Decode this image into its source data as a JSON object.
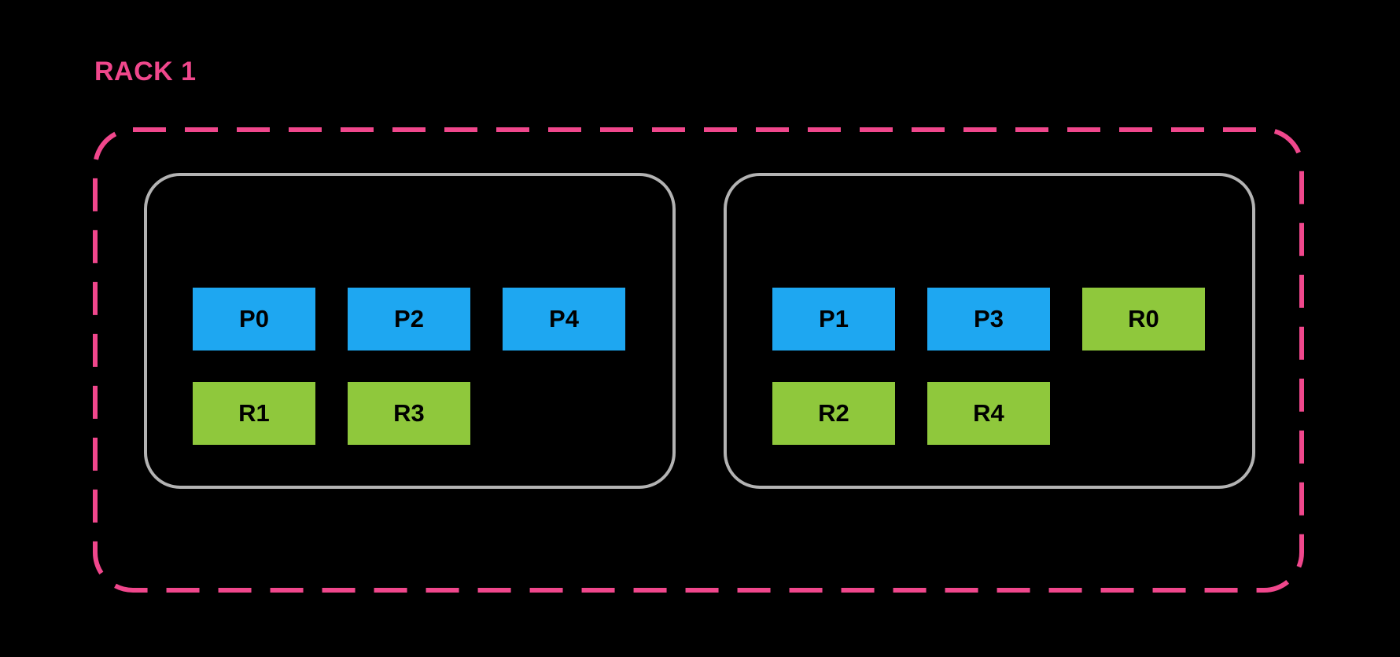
{
  "title": {
    "label": "RACK 1"
  },
  "colors": {
    "background": "#000000",
    "rack_border": "#F0478C",
    "node_border": "#B3B3B3",
    "primary_box": "#1EA7F1",
    "replica_box": "#8FC83C",
    "box_text": "#000000"
  },
  "rack": {
    "nodes": [
      {
        "boxes": [
          {
            "label": "P0",
            "type": "primary"
          },
          {
            "label": "P2",
            "type": "primary"
          },
          {
            "label": "P4",
            "type": "primary"
          },
          {
            "label": "R1",
            "type": "replica"
          },
          {
            "label": "R3",
            "type": "replica"
          }
        ]
      },
      {
        "boxes": [
          {
            "label": "P1",
            "type": "primary"
          },
          {
            "label": "P3",
            "type": "primary"
          },
          {
            "label": "R0",
            "type": "replica"
          },
          {
            "label": "R2",
            "type": "replica"
          },
          {
            "label": "R4",
            "type": "replica"
          }
        ]
      }
    ]
  }
}
